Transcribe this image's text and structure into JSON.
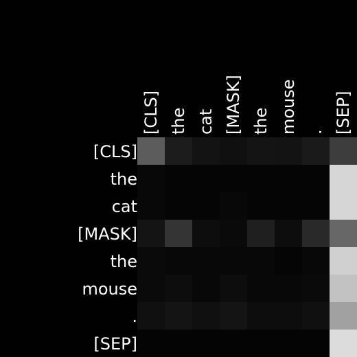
{
  "chart_data": {
    "type": "heatmap",
    "title": "",
    "xlabel": "",
    "ylabel": "",
    "x_labels": [
      "[CLS]",
      "the",
      "cat",
      "[MASK]",
      "the",
      "mouse",
      ".",
      "[SEP]"
    ],
    "y_labels": [
      "[CLS]",
      "the",
      "cat",
      "[MASK]",
      "the",
      "mouse",
      ".",
      "[SEP]"
    ],
    "value_range": [
      0,
      1
    ],
    "colormap": "grayscale (black = 0, white = 1)",
    "values": [
      [
        0.36,
        0.11,
        0.07,
        0.06,
        0.08,
        0.07,
        0.1,
        0.24
      ],
      [
        0.03,
        0.02,
        0.02,
        0.02,
        0.02,
        0.02,
        0.02,
        0.84
      ],
      [
        0.03,
        0.02,
        0.02,
        0.03,
        0.02,
        0.02,
        0.02,
        0.84
      ],
      [
        0.08,
        0.2,
        0.05,
        0.04,
        0.12,
        0.05,
        0.16,
        0.4
      ],
      [
        0.04,
        0.03,
        0.03,
        0.03,
        0.03,
        0.02,
        0.03,
        0.81
      ],
      [
        0.04,
        0.05,
        0.03,
        0.05,
        0.03,
        0.03,
        0.04,
        0.76
      ],
      [
        0.06,
        0.08,
        0.06,
        0.08,
        0.05,
        0.05,
        0.06,
        0.63
      ],
      [
        0.01,
        0.01,
        0.01,
        0.01,
        0.01,
        0.01,
        0.01,
        0.86
      ]
    ]
  }
}
